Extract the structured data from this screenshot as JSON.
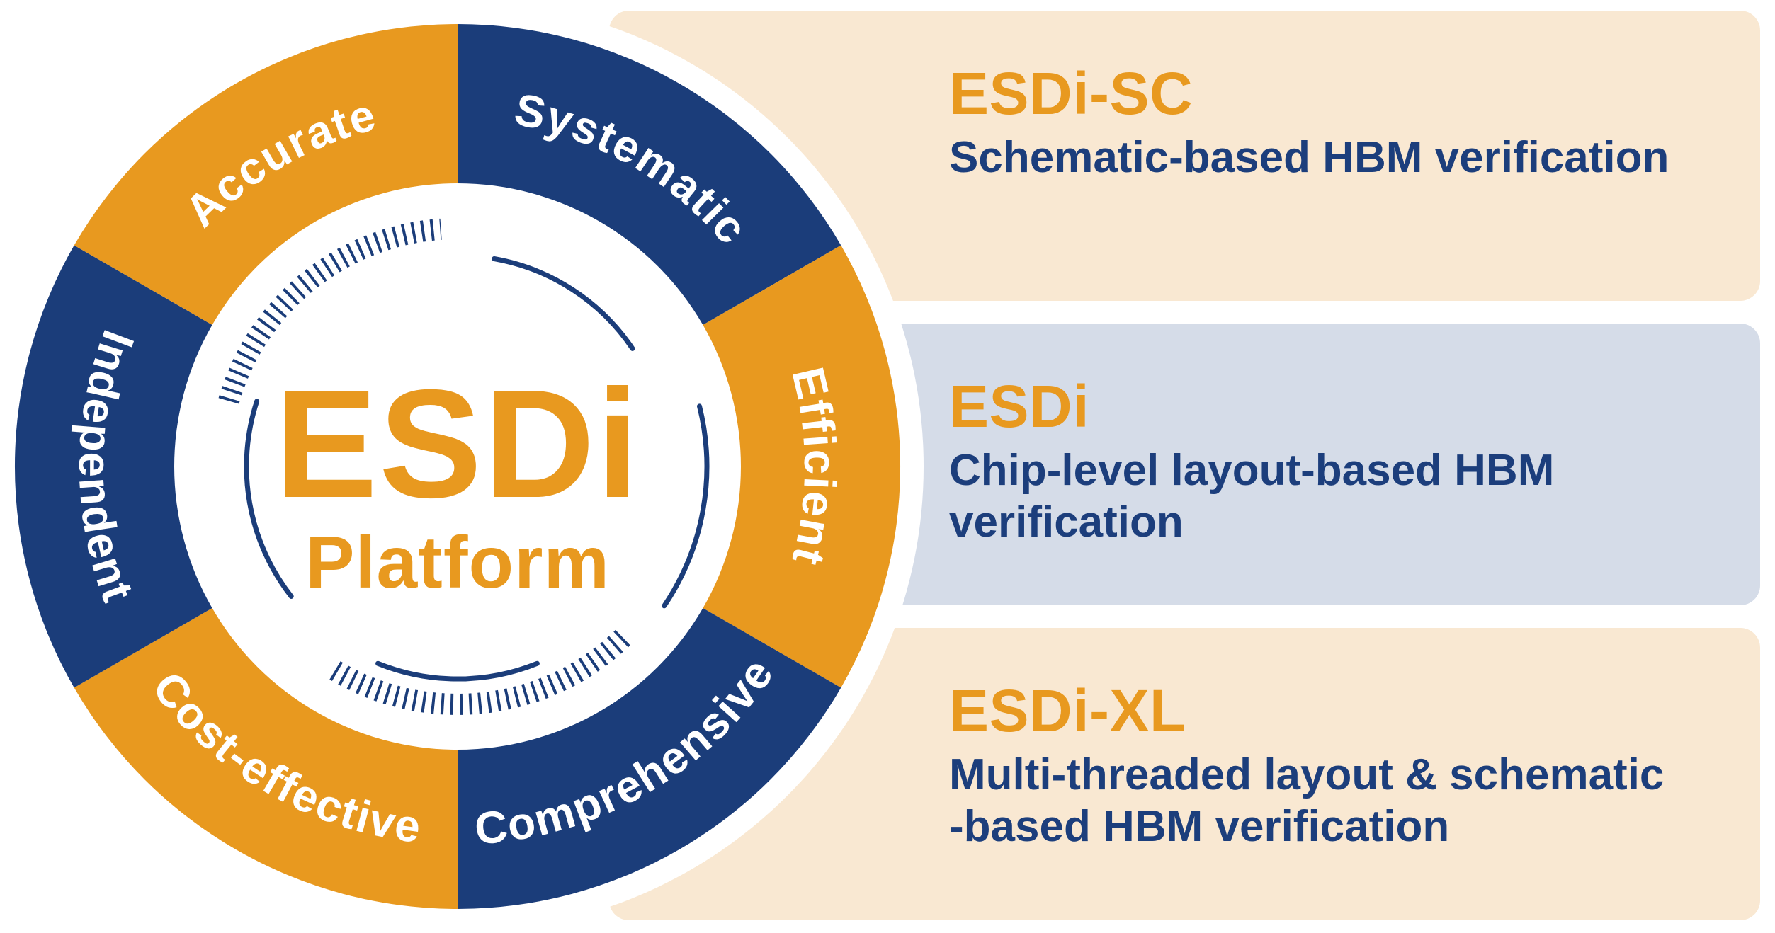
{
  "colors": {
    "orange": "#E8991F",
    "navy": "#1B3D7A",
    "cream": "#F9E8D2",
    "bluegray": "#D5DCE8",
    "desc_text": "#1C3E7C",
    "white": "#FFFFFF"
  },
  "wheel": {
    "center_title": "ESDi",
    "center_subtitle": "Platform",
    "segments": [
      {
        "label": "Accurate",
        "color": "orange"
      },
      {
        "label": "Systematic",
        "color": "navy"
      },
      {
        "label": "Efficient",
        "color": "orange"
      },
      {
        "label": "Comprehensive",
        "color": "navy"
      },
      {
        "label": "Cost-effective",
        "color": "orange"
      },
      {
        "label": "Independent",
        "color": "navy"
      }
    ]
  },
  "cards": [
    {
      "id": "esdi-sc",
      "title": "ESDi-SC",
      "desc": [
        "Schematic-based HBM verification"
      ]
    },
    {
      "id": "esdi",
      "title": "ESDi",
      "desc": [
        "Chip-level layout-based HBM",
        "verification"
      ]
    },
    {
      "id": "esdi-xl",
      "title": "ESDi-XL",
      "desc": [
        "Multi-threaded layout & schematic",
        "-based HBM verification"
      ]
    }
  ]
}
